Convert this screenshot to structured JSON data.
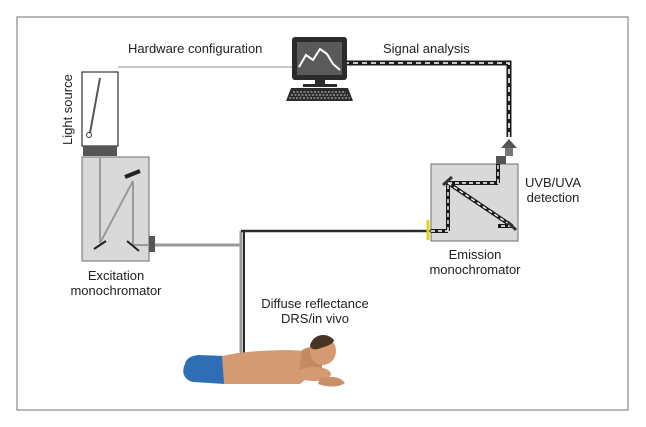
{
  "labels": {
    "hardware_configuration": "Hardware configuration",
    "signal_analysis": "Signal analysis",
    "light_source": "Light source",
    "excitation_line1": "Excitation",
    "excitation_line2": "monochromator",
    "uvb_line1": "UVB/UVA",
    "uvb_line2": "detection",
    "emission_line1": "Emission",
    "emission_line2": "monochromator",
    "drs_line1": "Diffuse reflectance",
    "drs_line2": "DRS/in vivo"
  },
  "icons": {
    "computer": "computer-monitor-icon",
    "keyboard": "keyboard-icon",
    "patient": "patient-lying-prone-icon"
  },
  "colors": {
    "border": "#8a8a8a",
    "box_fill": "#d9d9d9",
    "box_stroke": "#6e6e6e",
    "fiber_gray": "#9a9a9a",
    "fiber_dark": "#222222",
    "dash_white": "#ffffff",
    "skin": "#d49a72",
    "shorts": "#2f6db5",
    "hair": "#4a3426"
  }
}
